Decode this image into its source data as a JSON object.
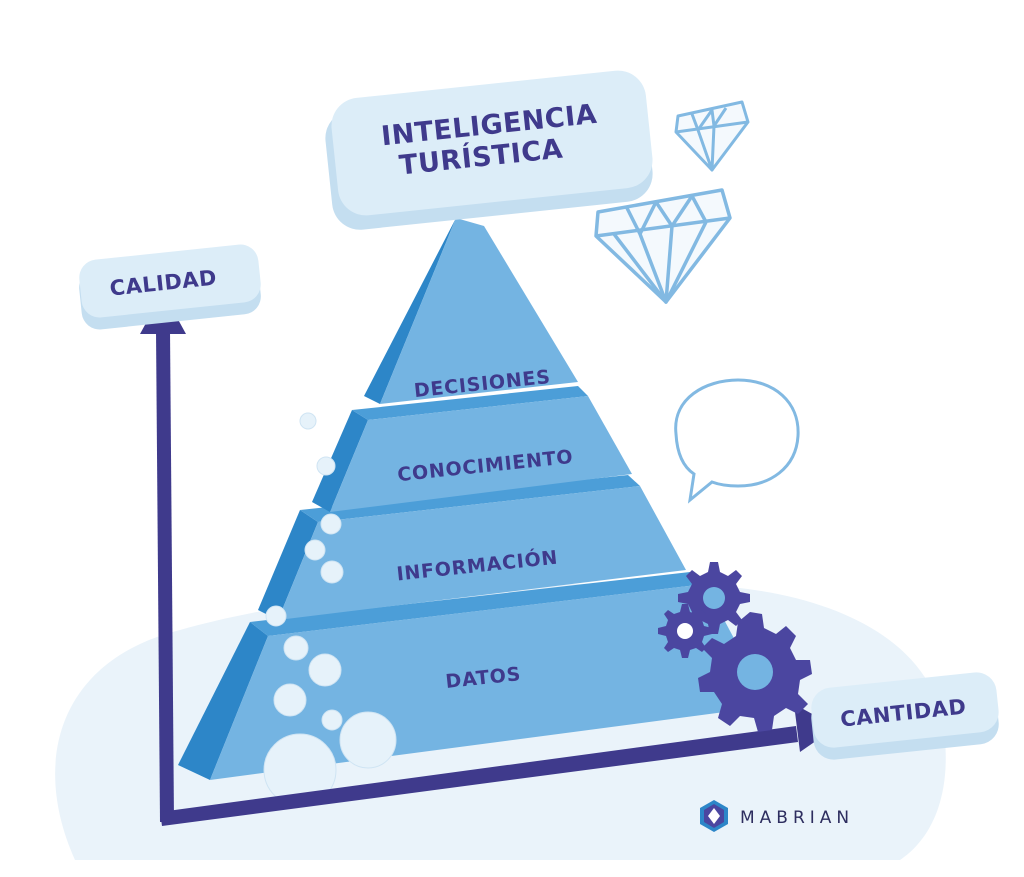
{
  "diagram": {
    "top_label_line1": "INTELIGENCIA",
    "top_label_line2": "TURÍSTICA",
    "y_axis_label": "CALIDAD",
    "x_axis_label": "CANTIDAD",
    "tiers": [
      {
        "label": "DECISIONES"
      },
      {
        "label": "CONOCIMIENTO"
      },
      {
        "label": "INFORMACIÓN"
      },
      {
        "label": "DATOS"
      }
    ]
  },
  "brand": {
    "name": "MABRIAN",
    "logo_icon": "hexagon-diamond-icon"
  },
  "colors": {
    "pyramid_face": "#74b4e2",
    "pyramid_side": "#2d86c8",
    "pyramid_top": "#4c9ed8",
    "axis": "#3f3a8c",
    "label_box": "#d6ebf6",
    "label_text": "#3f3a8c",
    "ground": "#eaf3fa",
    "bubble": "#e6f2fa",
    "gear": "#4b46a0",
    "icon_outline": "#82b9e2"
  }
}
